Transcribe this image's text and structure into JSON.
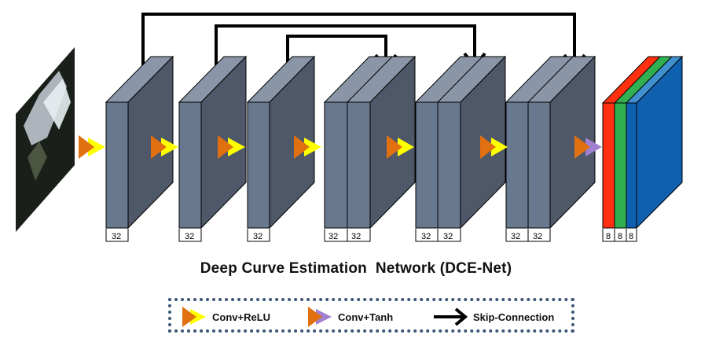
{
  "title": "Deep Curve Estimation  Network (DCE-Net)",
  "channel_labels": {
    "l1": "32",
    "l2": "32",
    "l3": "32",
    "l4a": "32",
    "l4b": "32",
    "l5a": "32",
    "l5b": "32",
    "l6a": "32",
    "l6b": "32",
    "o1": "8",
    "o2": "8",
    "o3": "8"
  },
  "legend": {
    "conv_relu": "Conv+ReLU",
    "conv_tanh": "Conv+Tanh",
    "skip": "Skip-Connection"
  },
  "colors": {
    "layer_front": "#68788f",
    "layer_side": "#4f5868",
    "layer_top": "#8a96a8",
    "relu_tail": "#ffff00",
    "tanh_tail": "#a080d0",
    "arrow_orange": "#e07010",
    "output_red": "#ff3010",
    "output_green": "#30b050",
    "output_blue": "#1060b0"
  }
}
